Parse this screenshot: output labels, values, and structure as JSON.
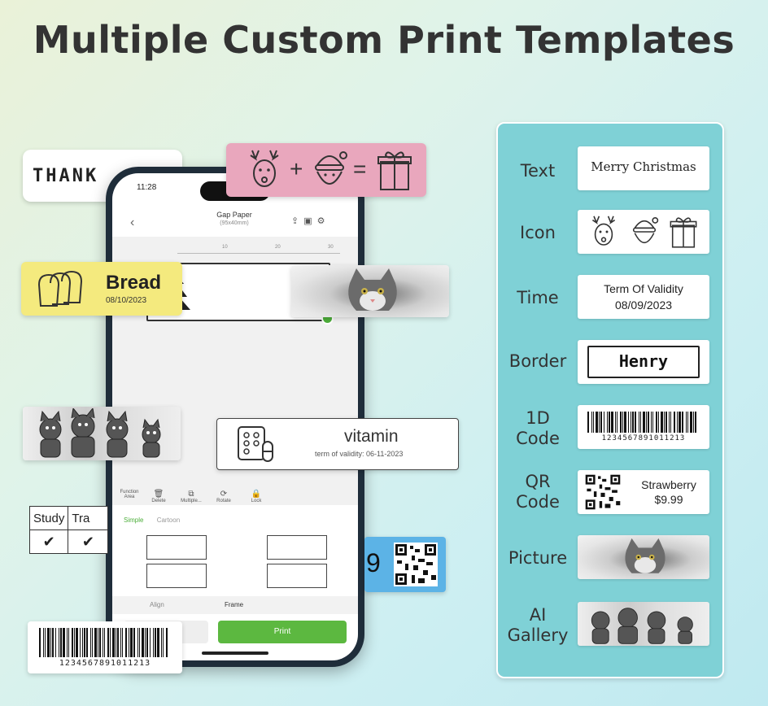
{
  "title": "Multiple Custom Print Templates",
  "floating": {
    "thank": "THANK",
    "bread_title": "Bread",
    "bread_date": "08/10/2023",
    "vitamin_title": "vitamin",
    "vitamin_sub": "term of validity: 06-11-2023",
    "table_headers": [
      "Study",
      "Tra"
    ],
    "table_checks": [
      "✔",
      "✔"
    ],
    "qr_prefix": "9",
    "barcode_number": "1234567891011213",
    "math_plus": "+",
    "math_equals": "="
  },
  "phone": {
    "time": "11:28",
    "back": "‹",
    "header_title": "Gap Paper",
    "header_sub": "(95x40mm)",
    "ruler_ticks": [
      "10",
      "20",
      "30"
    ],
    "tools": [
      "Function Area",
      "Delete",
      "Multiple...",
      "Rotate",
      "Lock"
    ],
    "tab_simple": "Simple",
    "tab_cartoon": "Cartoon",
    "bottom_tab_align": "Align",
    "bottom_tab_frame": "Frame",
    "print_label": "Print"
  },
  "panel": {
    "rows": [
      {
        "label": "Text",
        "value": "Merry Christmas"
      },
      {
        "label": "Icon"
      },
      {
        "label": "Time",
        "line1": "Term Of Validity",
        "line2": "08/09/2023"
      },
      {
        "label": "Border",
        "value": "Henry"
      },
      {
        "label_line1": "1D",
        "label_line2": "Code",
        "number": "1234567891011213"
      },
      {
        "label_line1": "QR",
        "label_line2": "Code",
        "line1": "Strawberry",
        "line2": "$9.99"
      },
      {
        "label": "Picture"
      },
      {
        "label_line1": "AI",
        "label_line2": "Gallery"
      }
    ]
  },
  "colors": {
    "panel_bg": "#7fd1d6",
    "pink_card": "#e9a7bd",
    "yellow_card": "#f4ea7e",
    "blue_card": "#5cb3e6",
    "print_green": "#5cb840"
  }
}
